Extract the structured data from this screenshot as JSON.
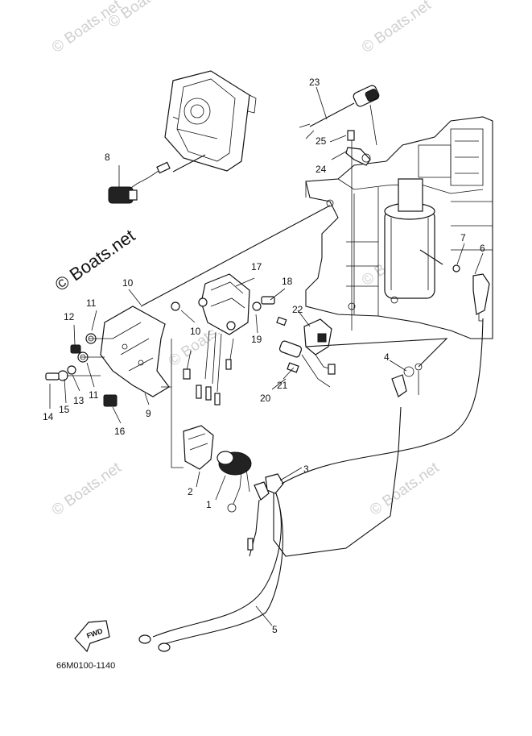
{
  "watermarks": {
    "top_left": "© Boats.net",
    "top_center": "© Boats.net",
    "top_right": "© Boats.net",
    "mid_left": "© Boats.net",
    "mid_right": "© Boats.net",
    "bottom_left": "© Boats.net",
    "bottom_right": "© Boats.net",
    "main": "© Boats.net"
  },
  "part_labels": {
    "p1": "1",
    "p2": "2",
    "p3": "3",
    "p4": "4",
    "p5": "5",
    "p6": "6",
    "p7": "7",
    "p8": "8",
    "p9": "9",
    "p10a": "10",
    "p10b": "10",
    "p11a": "11",
    "p11b": "11",
    "p12": "12",
    "p13": "13",
    "p14": "14",
    "p15": "15",
    "p16": "16",
    "p17": "17",
    "p18": "18",
    "p19": "19",
    "p20": "20",
    "p21": "21",
    "p22": "22",
    "p23": "23",
    "p24": "24",
    "p25": "25"
  },
  "fwd_label": "FWD",
  "diagram_code": "66M0100-1140"
}
